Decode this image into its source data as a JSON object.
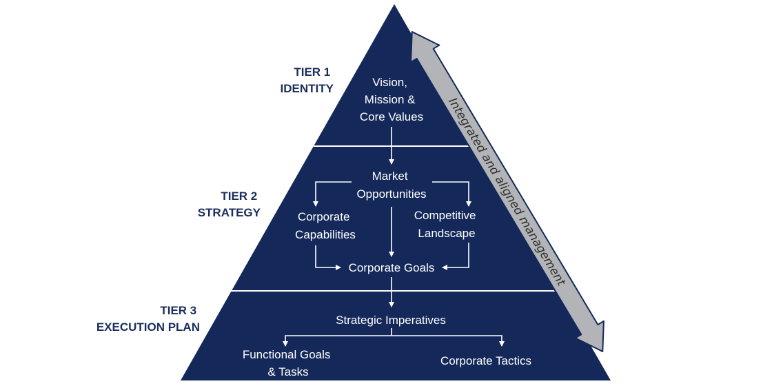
{
  "colors": {
    "pyramid_fill": "#14285a",
    "divider": "#ffffff",
    "label_color": "#1a2d5c",
    "arrow_fill": "#b3b4b7",
    "arrow_stroke": "#14285a"
  },
  "tiers": [
    {
      "number": "TIER 1",
      "name": "IDENTITY"
    },
    {
      "number": "TIER 2",
      "name": "STRATEGY"
    },
    {
      "number": "TIER 3",
      "name": "EXECUTION PLAN"
    }
  ],
  "tier1": {
    "vision_lines": [
      "Vision,",
      "Mission &",
      "Core Values"
    ]
  },
  "tier2": {
    "market_lines": [
      "Market",
      "Opportunities"
    ],
    "capabilities_lines": [
      "Corporate",
      "Capabilities"
    ],
    "landscape_lines": [
      "Competitive",
      "Landscape"
    ],
    "goals": "Corporate Goals"
  },
  "tier3": {
    "imperatives": "Strategic Imperatives",
    "functional_lines": [
      "Functional Goals",
      "& Tasks"
    ],
    "tactics": "Corporate Tactics"
  },
  "side_arrow": {
    "label": "Integrated and aligned management",
    "icon": "double-headed-arrow"
  }
}
